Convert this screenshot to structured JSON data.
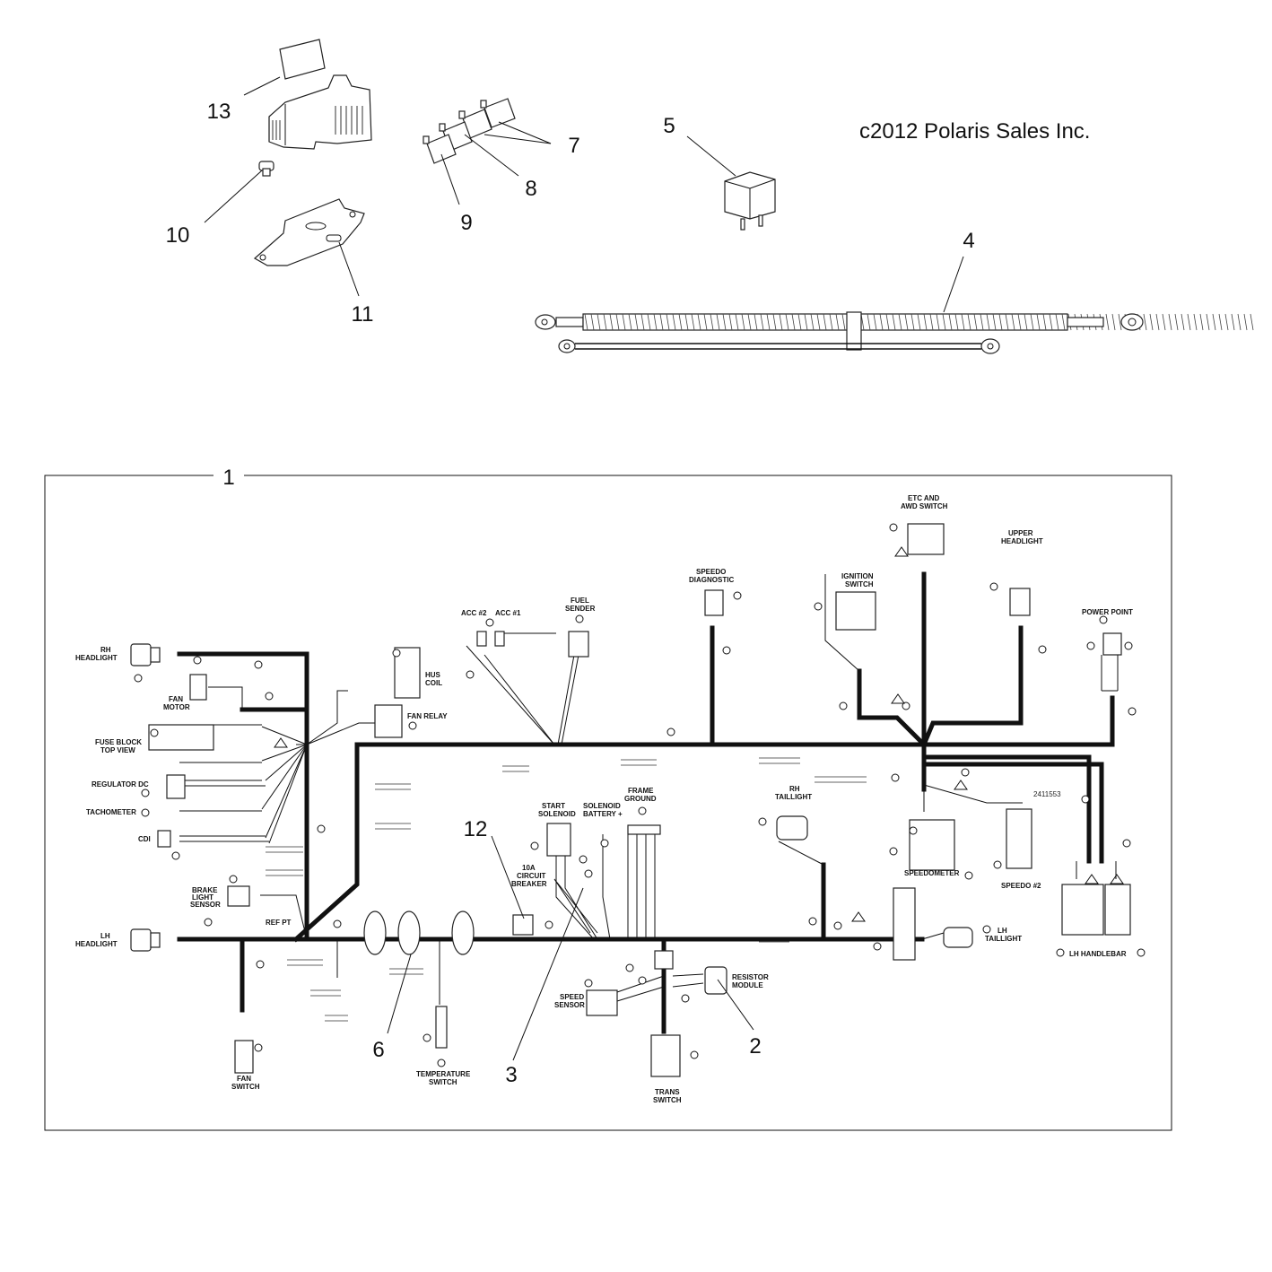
{
  "copyright": "c2012 Polaris Sales Inc.",
  "callouts": [
    "1",
    "2",
    "3",
    "4",
    "5",
    "6",
    "7",
    "8",
    "9",
    "10",
    "11",
    "12",
    "13"
  ],
  "harness_labels": {
    "rh_headlight": [
      "RH",
      "HEADLIGHT"
    ],
    "lh_headlight": [
      "LH",
      "HEADLIGHT"
    ],
    "fan_motor": [
      "FAN",
      "MOTOR"
    ],
    "fuse_block": [
      "FUSE BLOCK",
      "TOP VIEW"
    ],
    "regulator": "REGULATOR DC",
    "tachometer": "TACHOMETER",
    "cdi": "CDI",
    "brake_light": [
      "BRAKE",
      "LIGHT",
      "SENSOR"
    ],
    "hus_coil": [
      "HUS",
      "COIL"
    ],
    "fan_relay": "FAN RELAY",
    "acc2": "ACC #2",
    "acc1": "ACC #1",
    "fuel_sender": [
      "FUEL",
      "SENDER"
    ],
    "speedo_diag": [
      "SPEEDO",
      "DIAGNOSTIC"
    ],
    "ignition": [
      "IGNITION",
      "SWITCH"
    ],
    "etc_awd": [
      "ETC AND",
      "AWD SWITCH"
    ],
    "upper_headlight": [
      "UPPER",
      "HEADLIGHT"
    ],
    "power_point": "POWER POINT",
    "start_solenoid": [
      "START",
      "SOLENOID"
    ],
    "solenoid_battery": [
      "SOLENOID",
      "BATTERY +"
    ],
    "frame_ground": [
      "FRAME",
      "GROUND"
    ],
    "circuit_breaker": [
      "10A",
      "CIRCUIT",
      "BREAKER"
    ],
    "rh_taillight": [
      "RH",
      "TAILLIGHT"
    ],
    "speedometer": "SPEEDOMETER",
    "speedo2": "SPEEDO #2",
    "part_number": "2411553",
    "lh_taillight": [
      "LH",
      "TAILLIGHT"
    ],
    "lh_handlebar": "LH HANDLEBAR",
    "resistor": [
      "RESISTOR",
      "MODULE"
    ],
    "speed_sensor": [
      "SPEED",
      "SENSOR"
    ],
    "trans_switch": [
      "TRANS",
      "SWITCH"
    ],
    "temp_switch": [
      "TEMPERATURE",
      "SWITCH"
    ],
    "fan_switch": [
      "FAN",
      "SWITCH"
    ],
    "ref_pt": "REF PT"
  }
}
